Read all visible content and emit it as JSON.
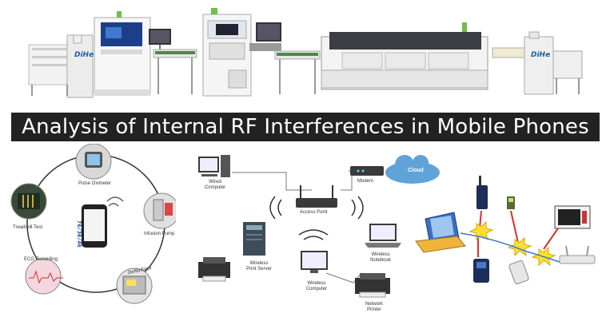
{
  "banner": {
    "title": "Analysis of Internal RF Interferences in Mobile Phones"
  },
  "production_line": {
    "logo_left": "DiHe",
    "logo_right": "DiHe"
  },
  "medical_ring": {
    "nodes": [
      "Pulse Oximeter",
      "Infusion Pump",
      "Defibrillator",
      "ECG Recording",
      "Treadmill Test"
    ],
    "center_phone_text": "76/30/46"
  },
  "network": {
    "cloud": "Cloud",
    "modem": "Modem",
    "access_point": "Access Point",
    "wired_computer": "Wired Computer",
    "wireless_print_server": "Wireless Print Server",
    "wireless_notebook": "Wireless Notebook",
    "wireless_computer": "Wireless Computer",
    "network_printer": "Network Printer"
  },
  "colors": {
    "banner_bg": "#222222",
    "accent_blue": "#1f5fa8",
    "cloud_blue": "#5fa3d9",
    "burst_yellow": "#ffe030",
    "arrow_red": "#d8322a",
    "network_line": "#7a7a7a"
  }
}
